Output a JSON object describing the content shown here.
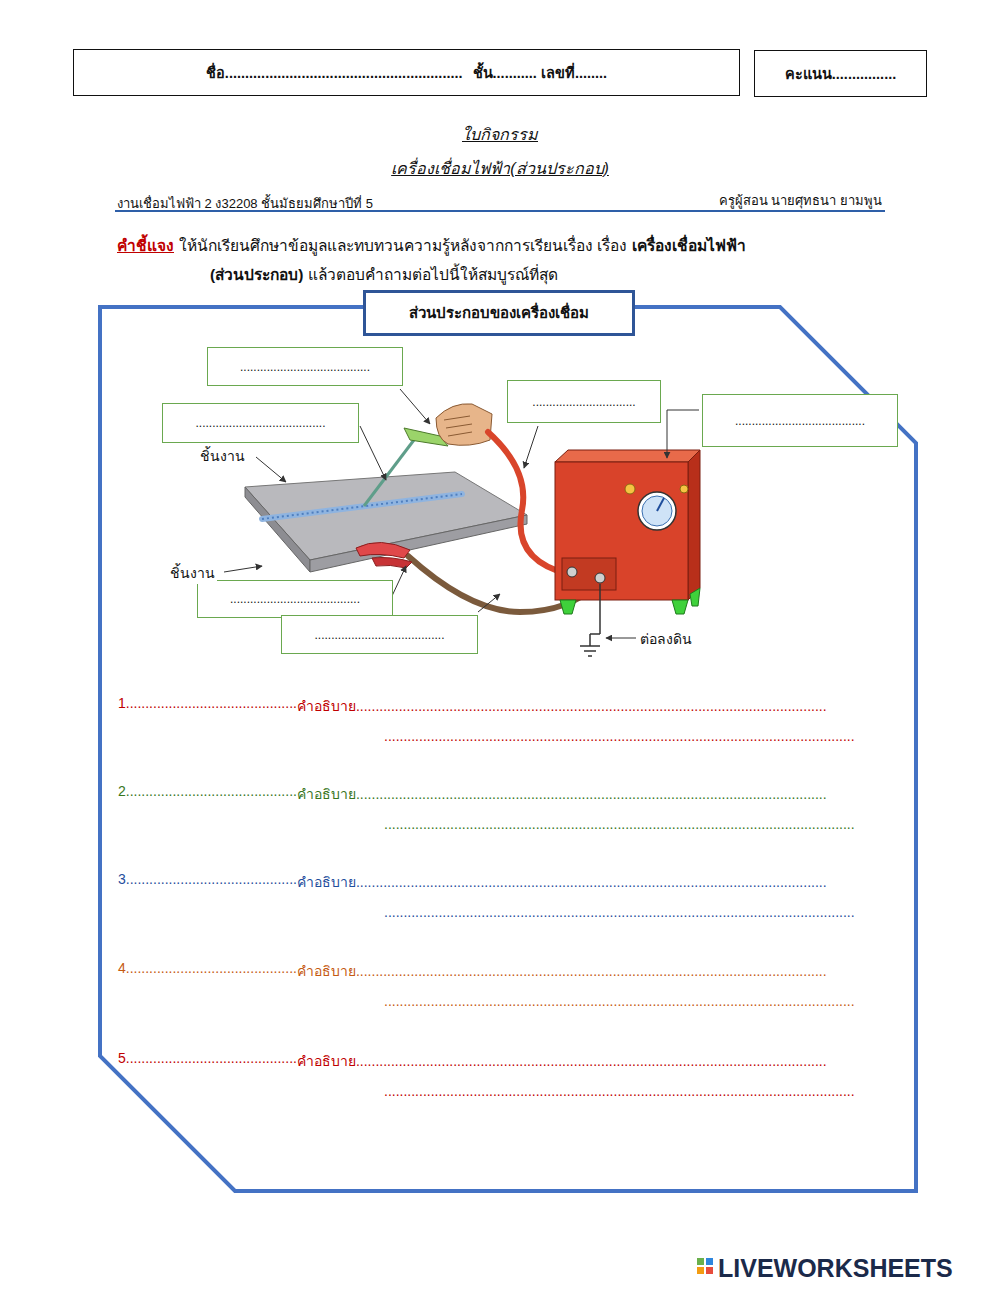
{
  "diagram": {
    "title": "ใบกิจกรรม",
    "nodes": [
      {
        "text": [
          "ชื่อ...........................................................",
          "ชั้น........... เลขที่........"
        ]
      },
      {
        "text": [
          "คะแนน................"
        ]
      },
      {
        "text": [
          "ส่วนประกอบของเครื่องเชื่อม"
        ]
      },
      {
        "text": [
          "......................................."
        ],
        "in": 2
      },
      {
        "text": [
          "......................................."
        ],
        "in": 2
      },
      {
        "text": [
          "..............................."
        ],
        "in": 2
      },
      {
        "text": [
          "......................................."
        ],
        "in": 2
      },
      {
        "text": [
          "......................................."
        ],
        "in": 2
      },
      {
        "text": [
          "......................................."
        ],
        "in": 2
      }
    ],
    "labels": [
      "เครื่องเชื่อมไฟฟ้า(ส่วนประกอบ)",
      "งานเชื่อมไฟฟ้า 2 ง32208 ชั้นมัธยมศึกษาปีที่ 5",
      "ครูผู้สอน นายศุทธนา  ยามพูน",
      "คำชี้แจง",
      "ให้นักเรียนศึกษาข้อมูลและทบทวนความรู้หลังจากการเรียนเรื่อง เรื่อง",
      "เครื่องเชื่อมไฟฟ้า",
      "(ส่วนประกอบ)",
      "แล้วตอบคำถามต่อไปนี้ให้สมบูรณ์ที่สุด",
      "ชิ้นงาน",
      "ชิ้นงาน",
      "ต่อลงดิน",
      "1............................................",
      "คำอธิบาย.........................................................................................................................",
      ".........................................................................................................................",
      "2............................................",
      "คำอธิบาย.........................................................................................................................",
      ".........................................................................................................................",
      "3............................................",
      "คำอธิบาย.........................................................................................................................",
      ".........................................................................................................................",
      "4............................................",
      "คำอธิบาย.........................................................................................................................",
      ".........................................................................................................................",
      "5............................................",
      "คำอธิบาย.........................................................................................................................",
      ".........................................................................................................................",
      "LIVEWORKSHEETS"
    ]
  }
}
